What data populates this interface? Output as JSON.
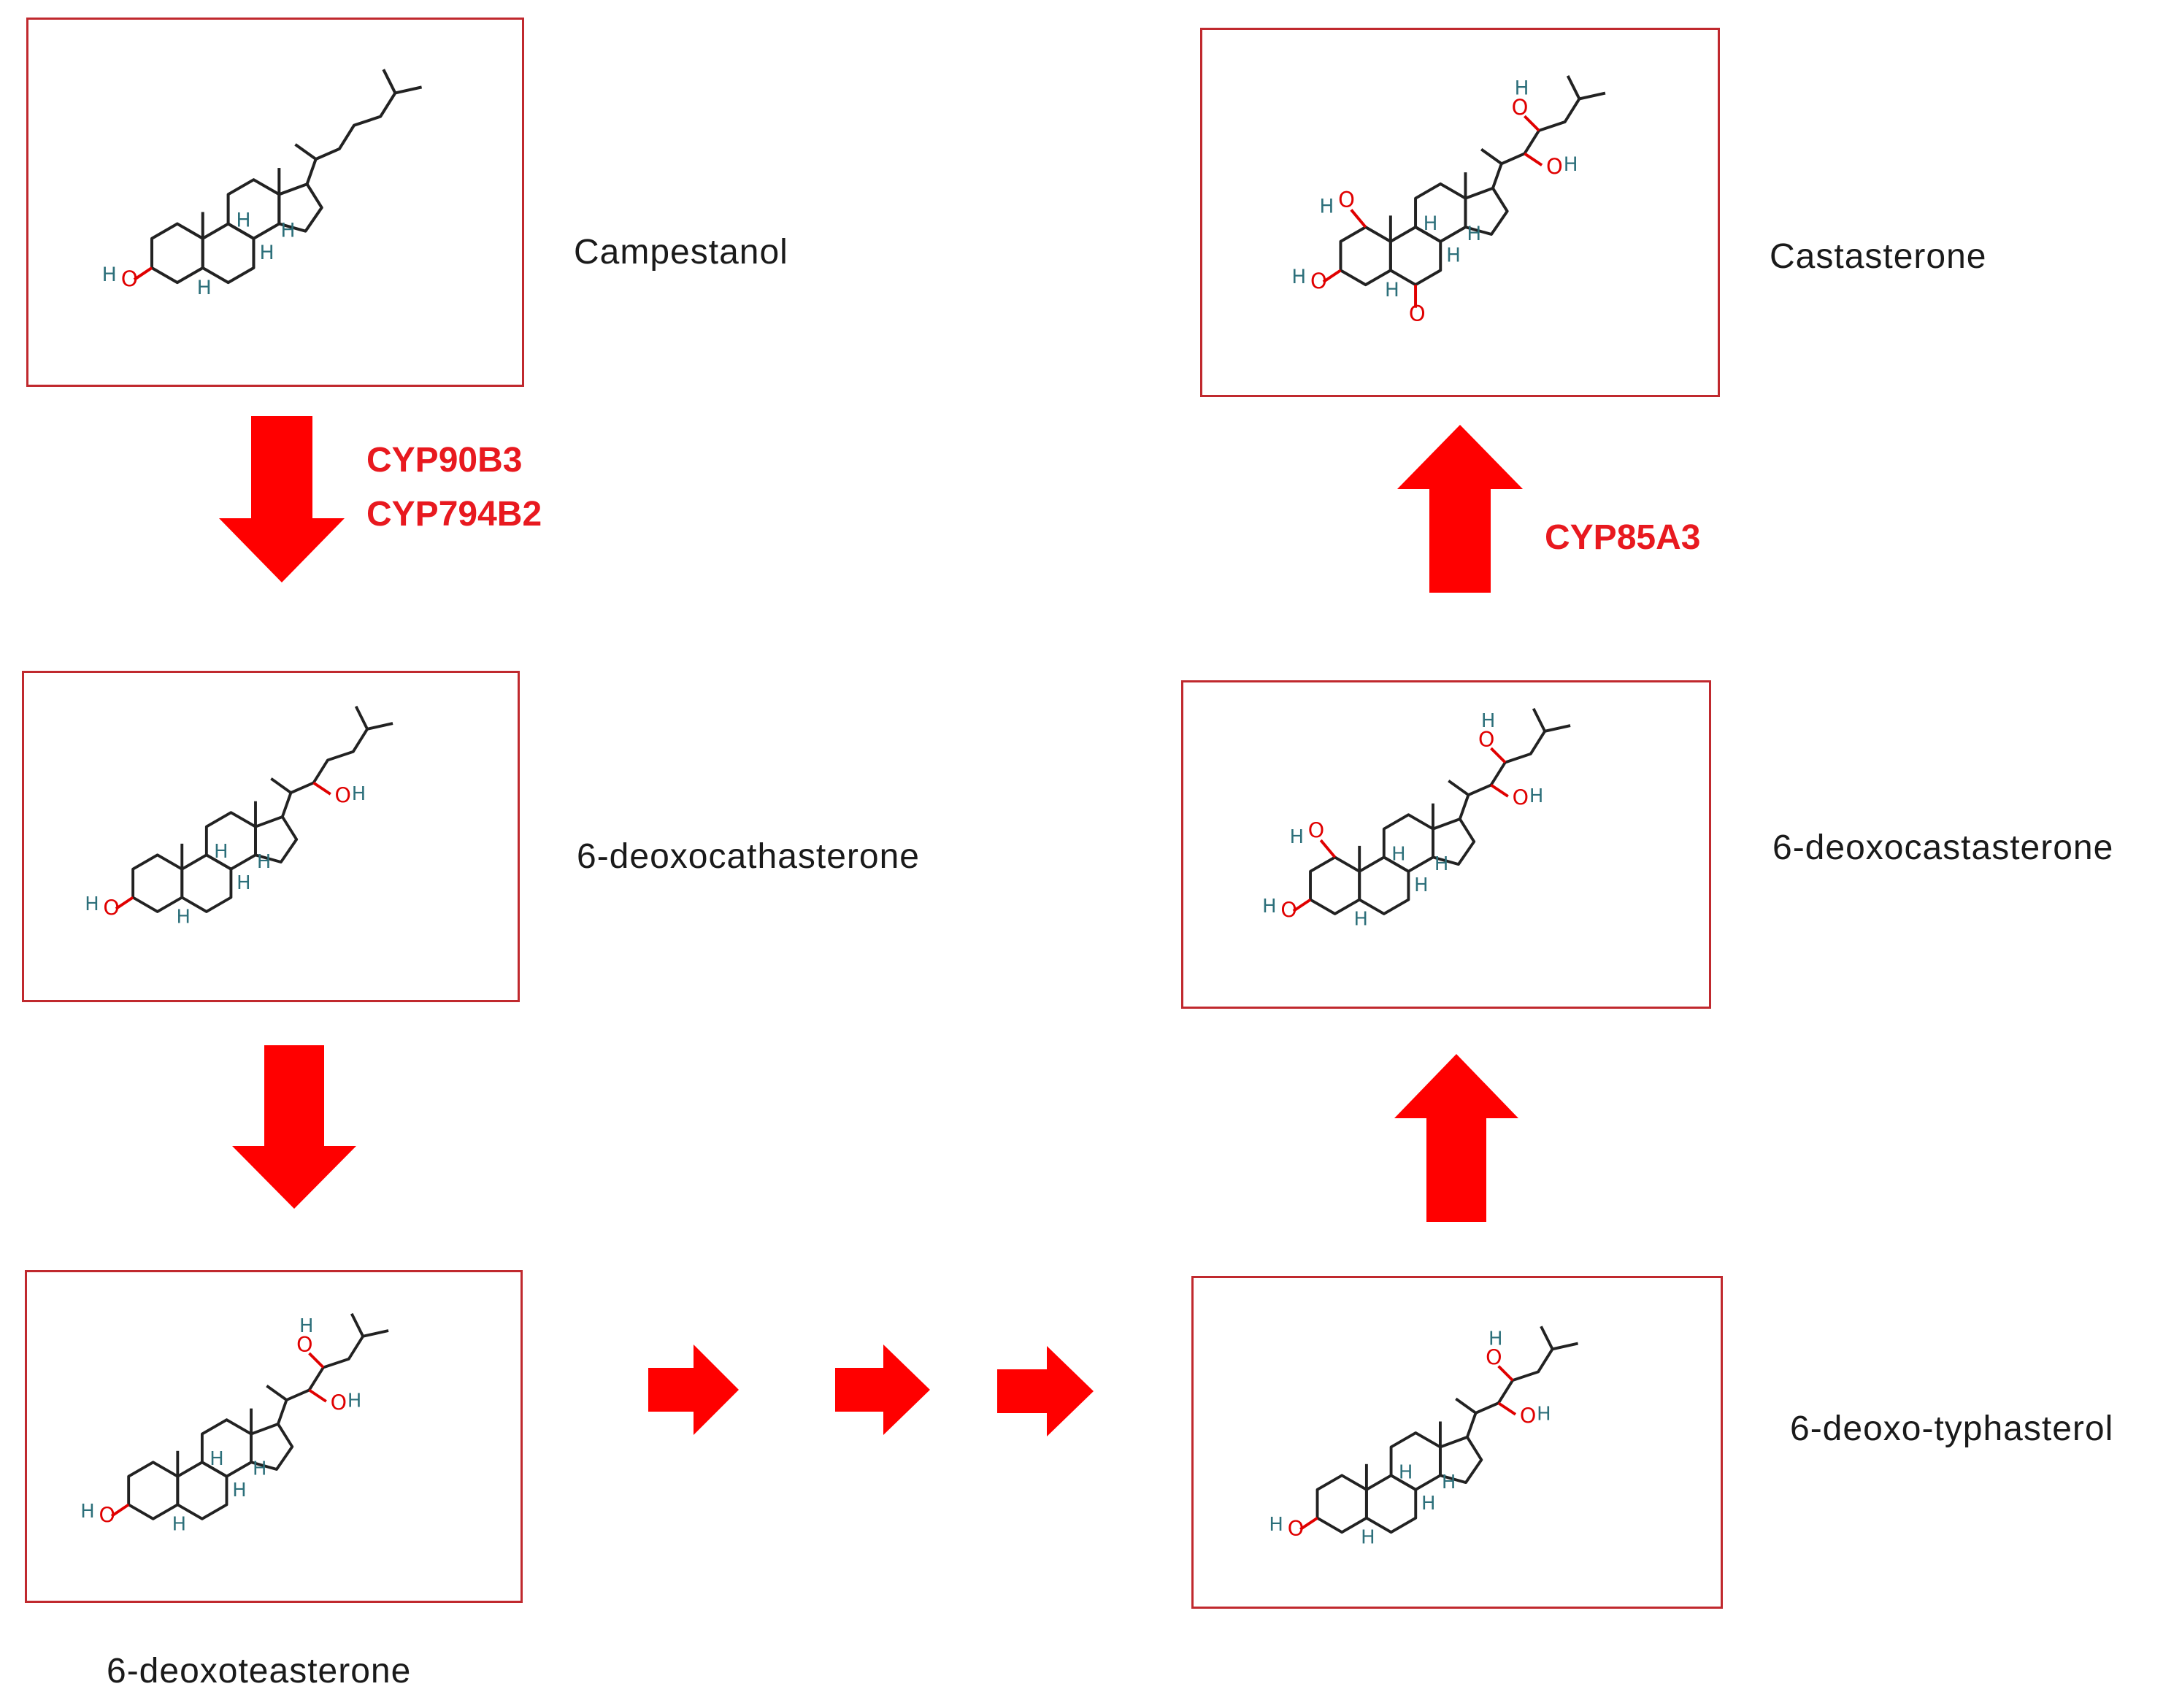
{
  "compounds": {
    "campestanol": "Campestanol",
    "deoxocathasterone": "6-deoxocathasterone",
    "deoxoteasterone": "6-deoxoteasterone",
    "deoxotyphasterol": "6-deoxo-typhasterol",
    "deoxocastasterone": "6-deoxocastasterone",
    "castasterone": "Castasterone"
  },
  "enzymes": {
    "step1_a": "CYP90B3",
    "step1_b": "CYP794B2",
    "step_final": "CYP85A3"
  },
  "atom_labels": {
    "oxygen": "O",
    "hydrogen": "H"
  },
  "colors": {
    "arrow": "#ff0000",
    "enzyme_text": "#e8191f",
    "panel_border": "#c0292e",
    "oxygen": "#e00000"
  }
}
